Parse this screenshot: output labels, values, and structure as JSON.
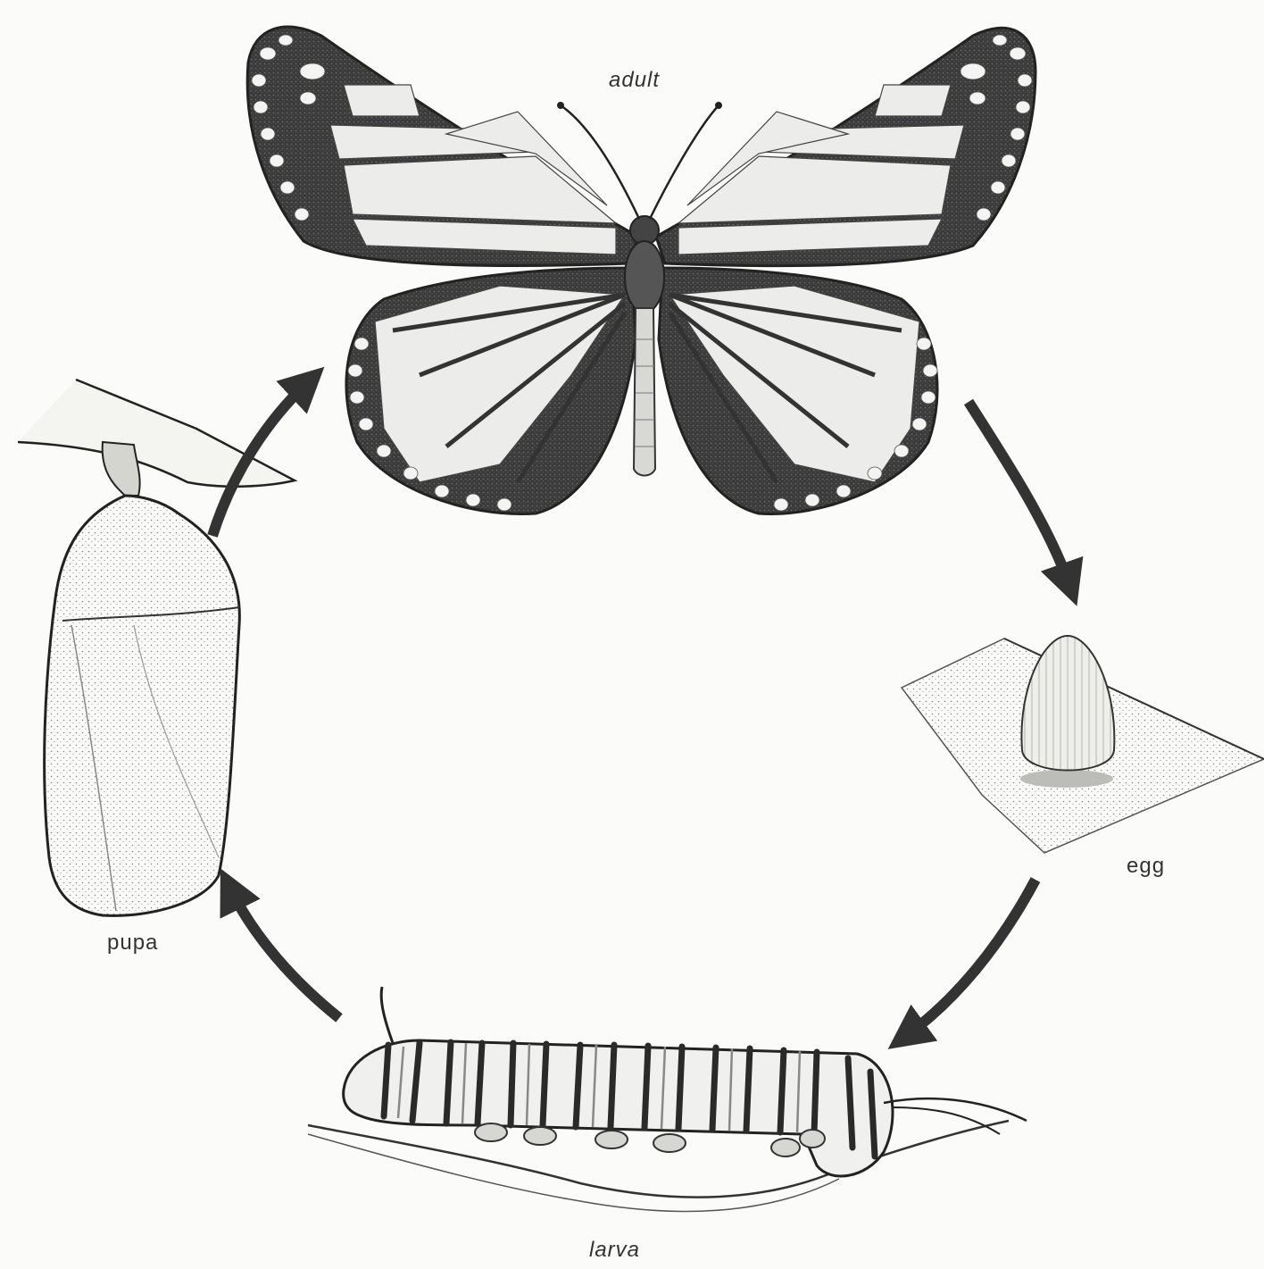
{
  "diagram": {
    "stages": {
      "adult": "adult",
      "egg": "egg",
      "larva": "larva",
      "pupa": "pupa"
    },
    "cycle_order": [
      "adult",
      "egg",
      "larva",
      "pupa"
    ]
  },
  "colors": {
    "ink": "#2a2a2a",
    "paper": "#fbfbf9",
    "wing_light": "#ececec",
    "stipple": "#9a9a9a",
    "arrow": "#333333"
  }
}
